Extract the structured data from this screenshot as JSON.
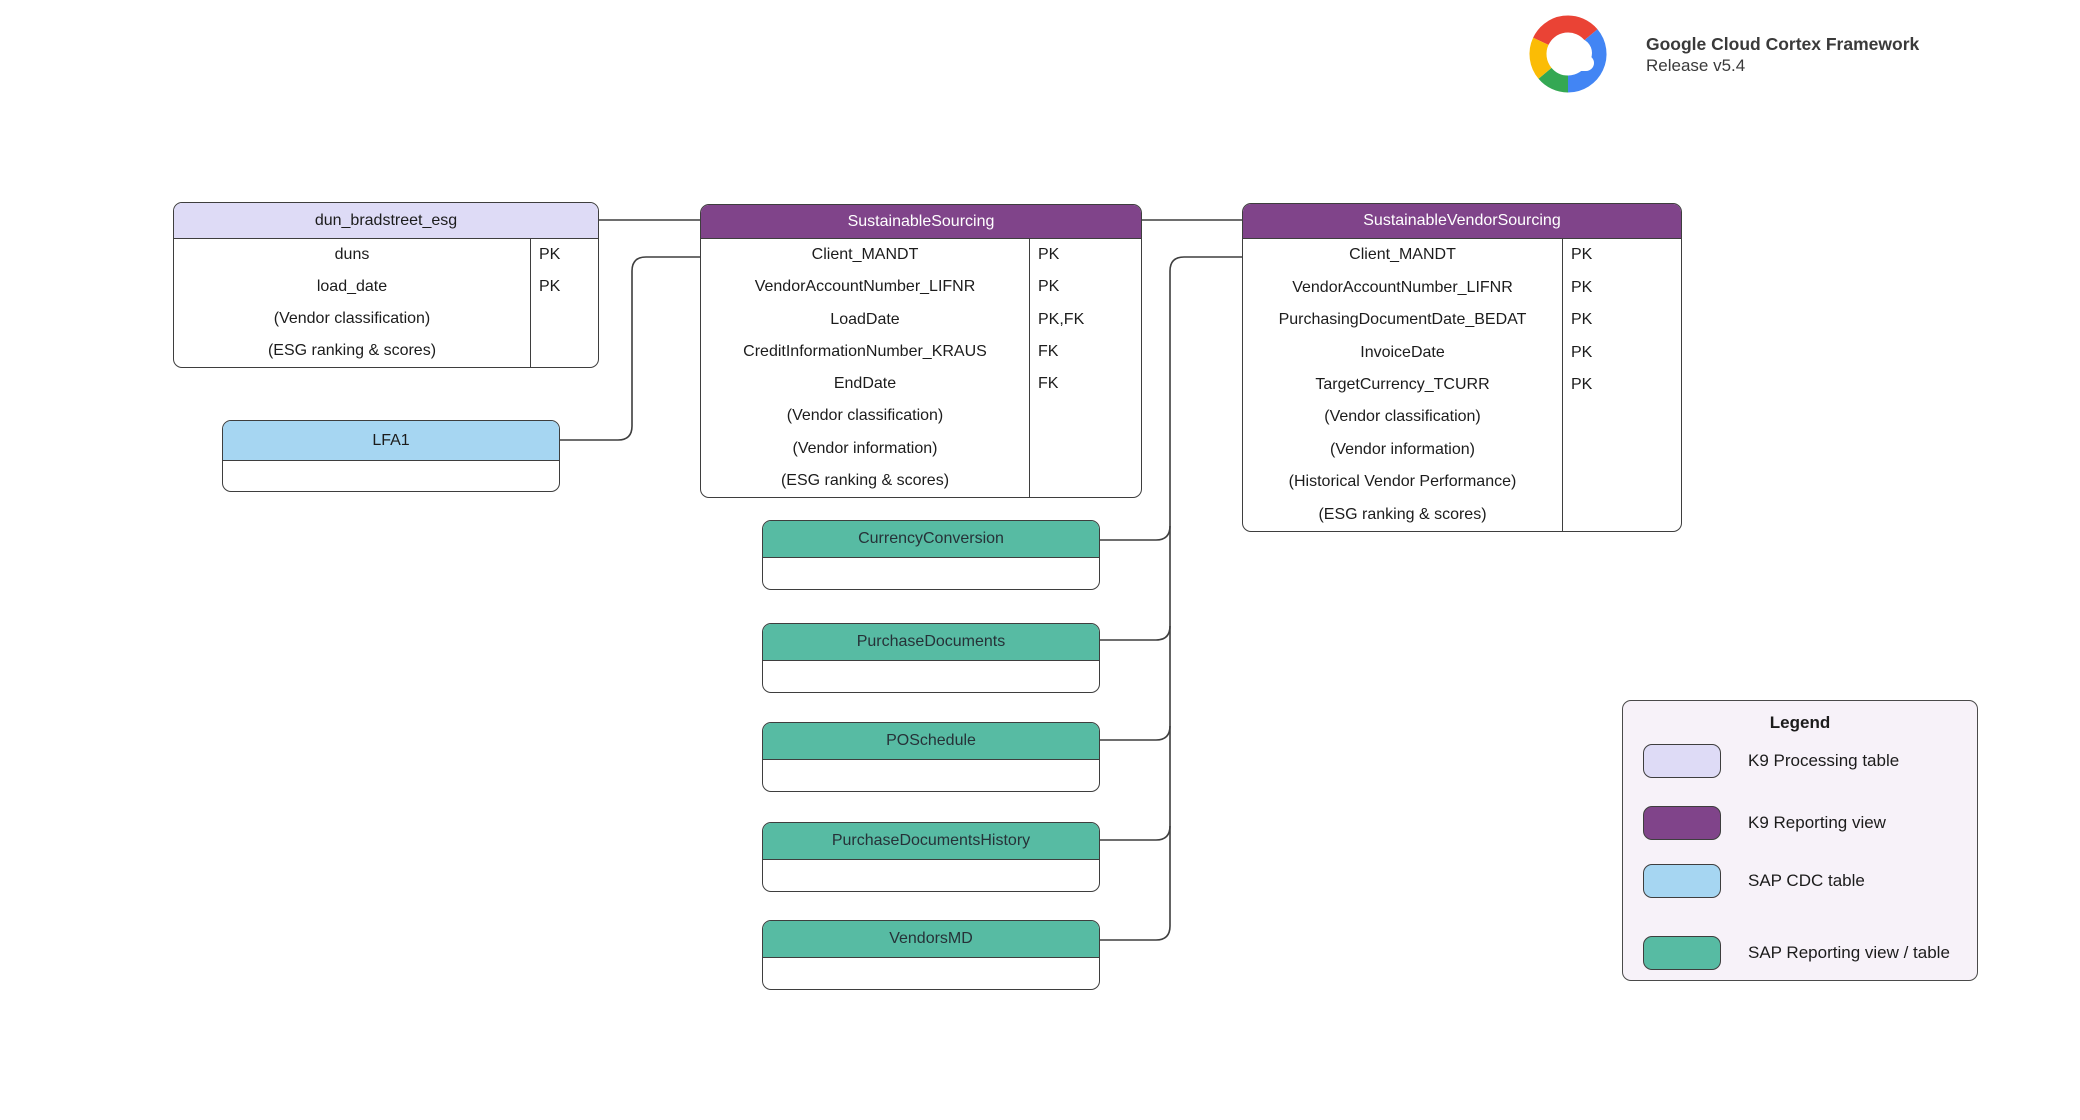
{
  "brand": {
    "logo_icon": "google-cloud-logo",
    "title": "Google Cloud Cortex Framework",
    "subtitle": "Release v5.4"
  },
  "colors": {
    "k9_processing_table": "#dedbf6",
    "k9_reporting_view": "#80448a",
    "sap_cdc_table": "#a6d6f2",
    "sap_reporting_view_table": "#57bba3",
    "connector_stroke": "#3e3e3e",
    "legend_background": "#f7f2f9",
    "canvas_background": "#ffffff"
  },
  "tables": {
    "dun": {
      "title": "dun_bradstreet_esg",
      "type": "K9 Processing table",
      "rows": [
        {
          "name": "duns",
          "key": "PK"
        },
        {
          "name": "load_date",
          "key": "PK"
        },
        {
          "name": "(Vendor classification)",
          "key": ""
        },
        {
          "name": "(ESG ranking & scores)",
          "key": ""
        }
      ]
    },
    "lfa1": {
      "title": "LFA1",
      "type": "SAP CDC table"
    },
    "ss": {
      "title": "SustainableSourcing",
      "type": "K9 Reporting view",
      "rows": [
        {
          "name": "Client_MANDT",
          "key": "PK"
        },
        {
          "name": "VendorAccountNumber_LIFNR",
          "key": "PK"
        },
        {
          "name": "LoadDate",
          "key": "PK,FK"
        },
        {
          "name": "CreditInformationNumber_KRAUS",
          "key": "FK"
        },
        {
          "name": "EndDate",
          "key": "FK"
        },
        {
          "name": "(Vendor classification)",
          "key": ""
        },
        {
          "name": "(Vendor information)",
          "key": ""
        },
        {
          "name": "(ESG ranking & scores)",
          "key": ""
        }
      ]
    },
    "svs": {
      "title": "SustainableVendorSourcing",
      "type": "K9 Reporting view",
      "rows": [
        {
          "name": "Client_MANDT",
          "key": "PK"
        },
        {
          "name": "VendorAccountNumber_LIFNR",
          "key": "PK"
        },
        {
          "name": "PurchasingDocumentDate_BEDAT",
          "key": "PK"
        },
        {
          "name": "InvoiceDate",
          "key": "PK"
        },
        {
          "name": "TargetCurrency_TCURR",
          "key": "PK"
        },
        {
          "name": "(Vendor classification)",
          "key": ""
        },
        {
          "name": "(Vendor information)",
          "key": ""
        },
        {
          "name": "(Historical Vendor Performance)",
          "key": ""
        },
        {
          "name": "(ESG ranking & scores)",
          "key": ""
        }
      ]
    },
    "cc": {
      "title": "CurrencyConversion",
      "type": "SAP Reporting view / table"
    },
    "pd": {
      "title": "PurchaseDocuments",
      "type": "SAP Reporting view / table"
    },
    "pos": {
      "title": "POSchedule",
      "type": "SAP Reporting view / table"
    },
    "pdh": {
      "title": "PurchaseDocumentsHistory",
      "type": "SAP Reporting view / table"
    },
    "vmd": {
      "title": "VendorsMD",
      "type": "SAP Reporting view / table"
    }
  },
  "legend": {
    "title": "Legend",
    "items": [
      {
        "label": "K9 Processing table",
        "color": "#dedbf6"
      },
      {
        "label": "K9 Reporting view",
        "color": "#80448a"
      },
      {
        "label": "SAP CDC table",
        "color": "#a6d6f2"
      },
      {
        "label": "SAP Reporting view / table",
        "color": "#57bba3"
      }
    ]
  }
}
